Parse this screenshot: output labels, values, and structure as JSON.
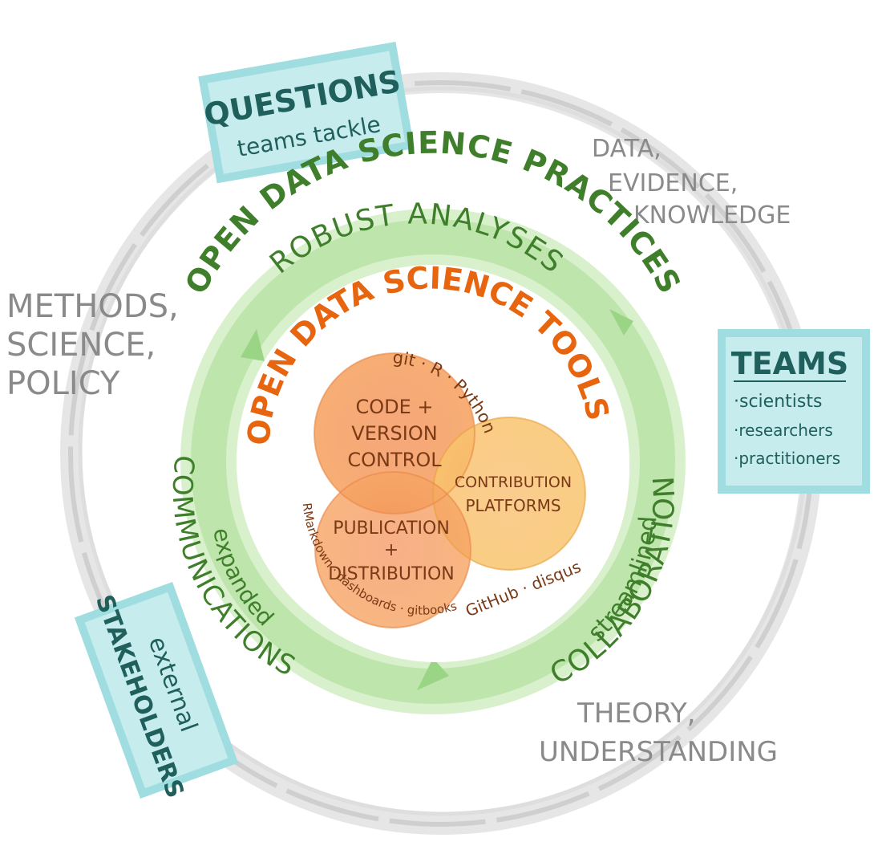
{
  "outer_cycle": {
    "questions": {
      "title": "QUESTIONS",
      "subtitle": "teams tackle"
    },
    "data_evidence": [
      "DATA,",
      "EVIDENCE,",
      "KNOWLEDGE"
    ],
    "teams": {
      "title": "TEAMS",
      "items": [
        "·scientists",
        "·researchers",
        "·practitioners"
      ]
    },
    "theory": [
      "THEORY,",
      "UNDERSTANDING"
    ],
    "stakeholders": {
      "line1": "external",
      "line2": "STAKEHOLDERS"
    },
    "methods": [
      "METHODS,",
      "SCIENCE,",
      "POLICY"
    ]
  },
  "practices": {
    "title": "OPEN DATA SCIENCE PRACTICES",
    "robust": "ROBUST ANALYSES",
    "streamlined": "streamlined",
    "collaboration": "COLLABORATION",
    "expanded": "expanded",
    "communications": "COMMUNICATIONS"
  },
  "tools": {
    "title": "OPEN DATA SCIENCE TOOLS",
    "code": {
      "lines": [
        "CODE +",
        "VERSION",
        "CONTROL"
      ],
      "examples": "git · R · Python"
    },
    "contribution": {
      "lines": [
        "CONTRIBUTION",
        "PLATFORMS"
      ],
      "examples": "GitHub · disqus"
    },
    "publication": {
      "lines": [
        "PUBLICATION",
        "+",
        "DISTRIBUTION"
      ],
      "examples": "RMarkdown · dashboards · gitbooks"
    }
  },
  "colors": {
    "grey_ring": "#d6d6d6",
    "green_ring": "#b8e3a4",
    "green_text": "#3f7f2b",
    "orange_text": "#e8650f",
    "orange_circle": "#f6a565",
    "yellow_circle": "#f9c46e",
    "teal_box": "#9fdde0",
    "teal_text": "#1f5f5c",
    "grey_text": "#8a8a8a"
  }
}
